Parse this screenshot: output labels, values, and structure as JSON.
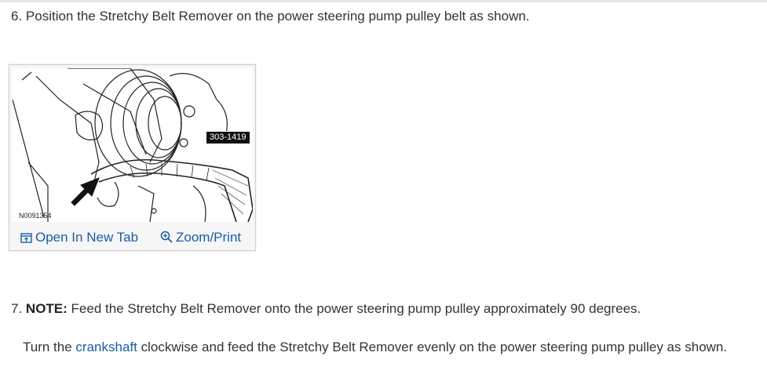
{
  "step6": {
    "text": "6. Position the Stretchy Belt Remover on the power steering pump pulley belt as shown."
  },
  "figure": {
    "callout_label": "303-1419",
    "image_code": "N0091354",
    "open_new_tab_label": "Open In New Tab",
    "zoom_print_label": "Zoom/Print",
    "icons": [
      "open-new-tab-icon",
      "zoom-icon"
    ]
  },
  "step7": {
    "number": "7.",
    "note_label": "NOTE:",
    "note_text": "Feed the Stretchy Belt Remover onto the power steering pump pulley approximately 90 degrees.",
    "instruction_prefix": "Turn the",
    "link_text": "crankshaft",
    "instruction_suffix": "clockwise and feed the Stretchy Belt Remover evenly on the power steering pump pulley as shown."
  },
  "colors": {
    "link": "#1a5ca8",
    "text": "#333333",
    "callout_bg": "#111111"
  }
}
